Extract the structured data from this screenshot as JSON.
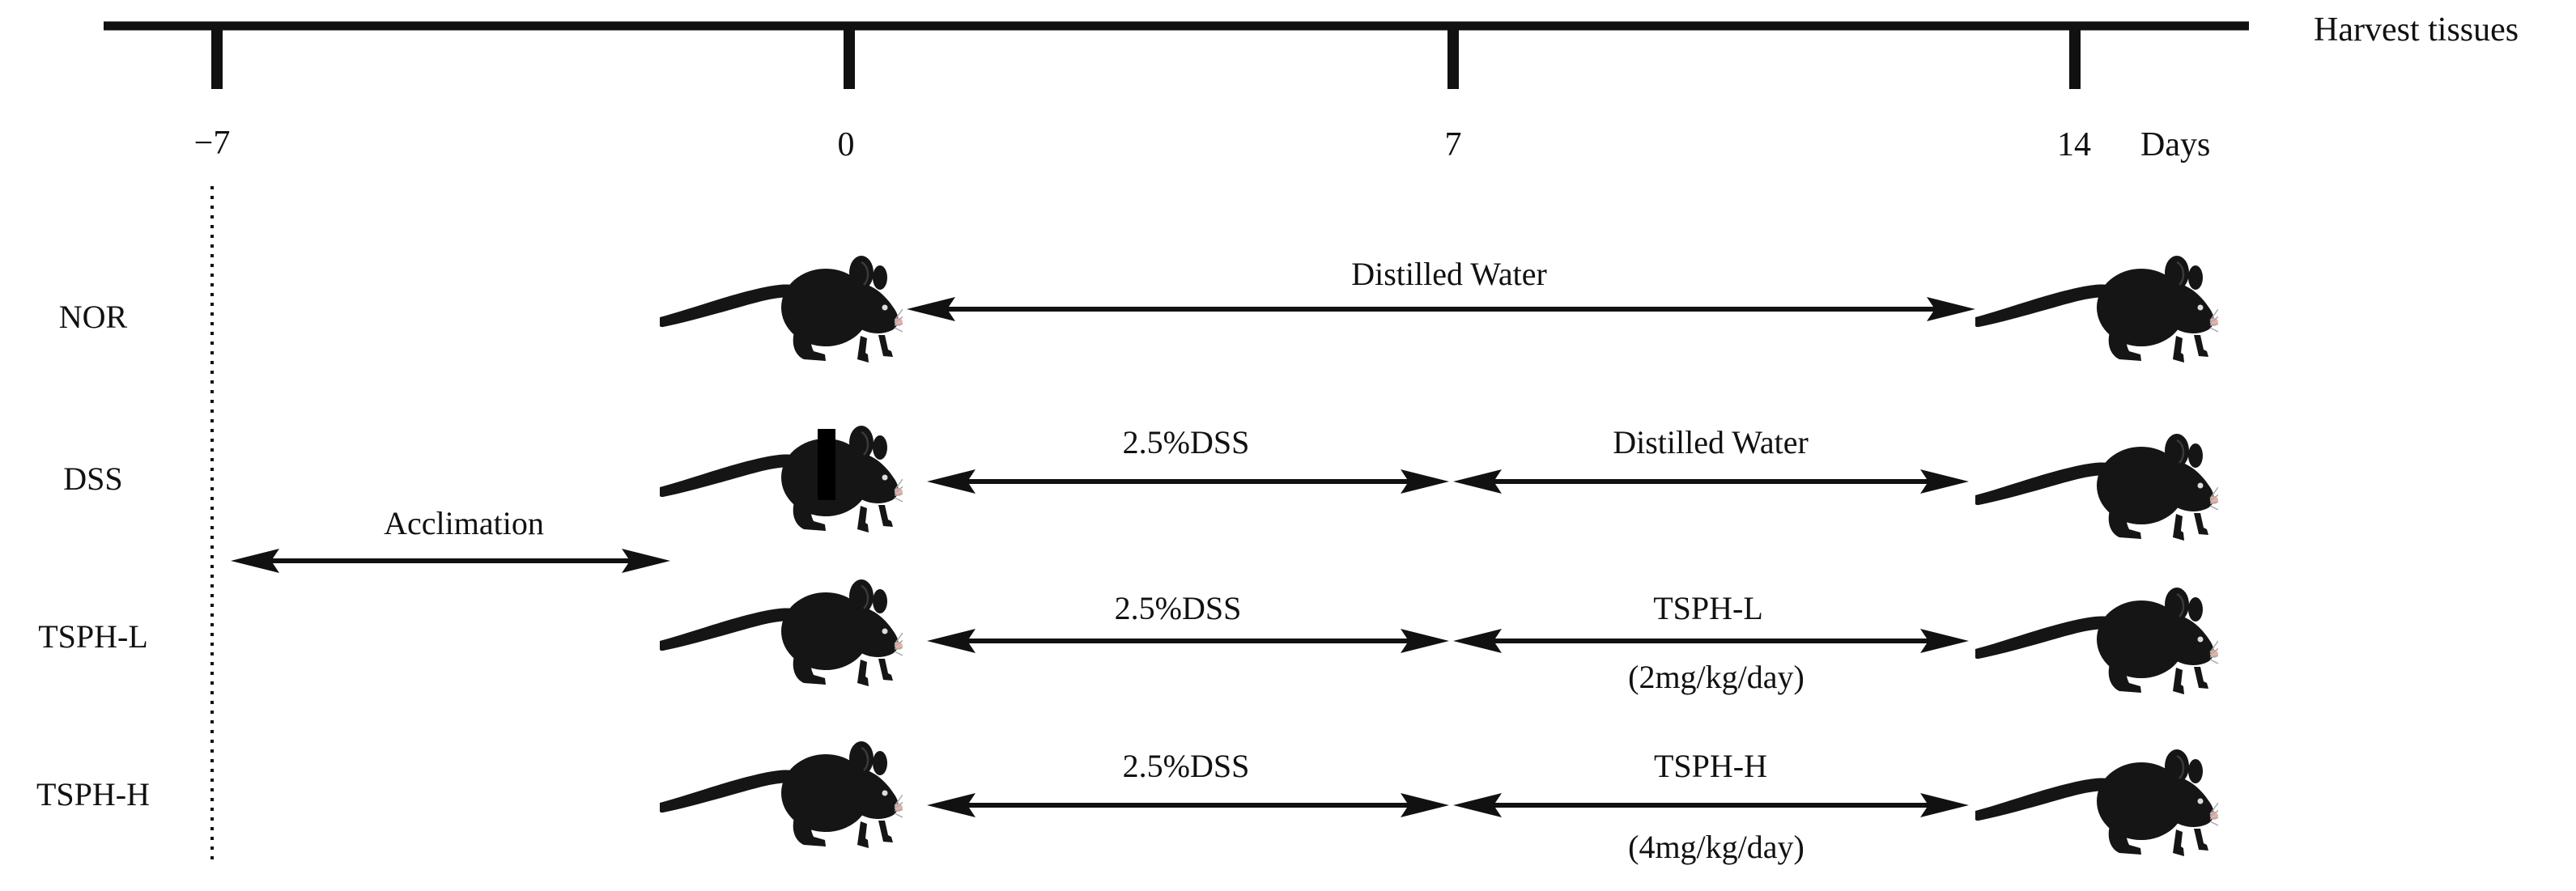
{
  "timeline": {
    "end_label": "Harvest tissues",
    "units_label": "Days",
    "ticks": [
      "−7",
      "0",
      "7",
      "14"
    ]
  },
  "acclimation_label": "Acclimation",
  "groups": [
    {
      "name": "NOR",
      "phase1": "Distilled Water",
      "phase2": "",
      "dose": ""
    },
    {
      "name": "DSS",
      "phase1": "2.5%DSS",
      "phase2": "Distilled Water",
      "dose": ""
    },
    {
      "name": "TSPH-L",
      "phase1": "2.5%DSS",
      "phase2": "TSPH-L",
      "dose": "(2mg/kg/day)"
    },
    {
      "name": "TSPH-H",
      "phase1": "2.5%DSS",
      "phase2": "TSPH-H",
      "dose": "(4mg/kg/day)"
    }
  ],
  "colors": {
    "ink": "#111111",
    "mouse": "#151515",
    "mouse_detail": "#3a3a3a",
    "nose": "#e8b0a8"
  },
  "icons": [
    "mouse-icon",
    "double-arrow-icon"
  ]
}
